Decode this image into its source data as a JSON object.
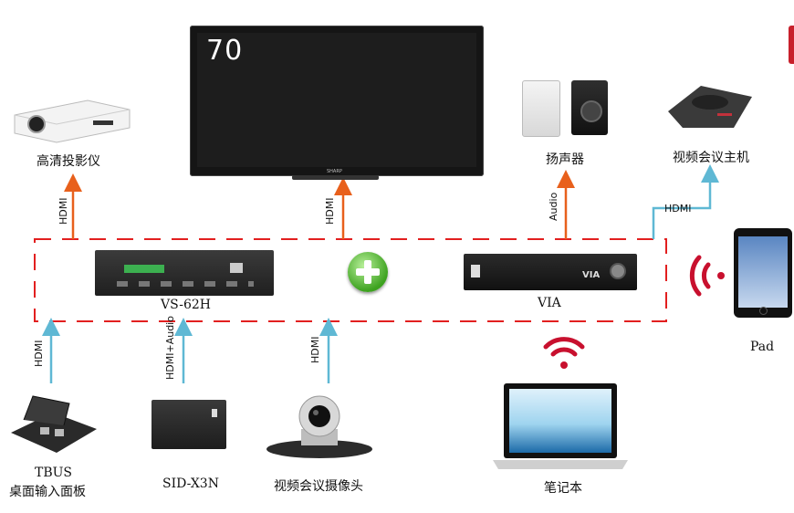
{
  "tv": {
    "size_label": "70",
    "brand": "SHARP"
  },
  "labels": {
    "projector": "高清投影仪",
    "speaker": "扬声器",
    "conf_host": "视频会议主机",
    "vs62h": "VS-62H",
    "via": "VIA",
    "pad": "Pad",
    "tbus_line1": "TBUS",
    "tbus_line2": "桌面输入面板",
    "sid": "SID-X3N",
    "camera": "视频会议摄像头",
    "laptop": "笔记本"
  },
  "connections": {
    "projector": "HDMI",
    "tv": "HDMI",
    "speaker": "Audio",
    "conf_host": "HDMI",
    "tbus": "HDMI",
    "sid": "HDMI+Audio",
    "camera": "HDMI"
  },
  "device_text": {
    "via_brand": "VIA"
  },
  "colors": {
    "output_arrow": "#e8601c",
    "input_arrow": "#5fb8d4",
    "dashed_border": "#e21f1f",
    "wireless": "#c8102e",
    "plus_badge": "#3da21f"
  }
}
